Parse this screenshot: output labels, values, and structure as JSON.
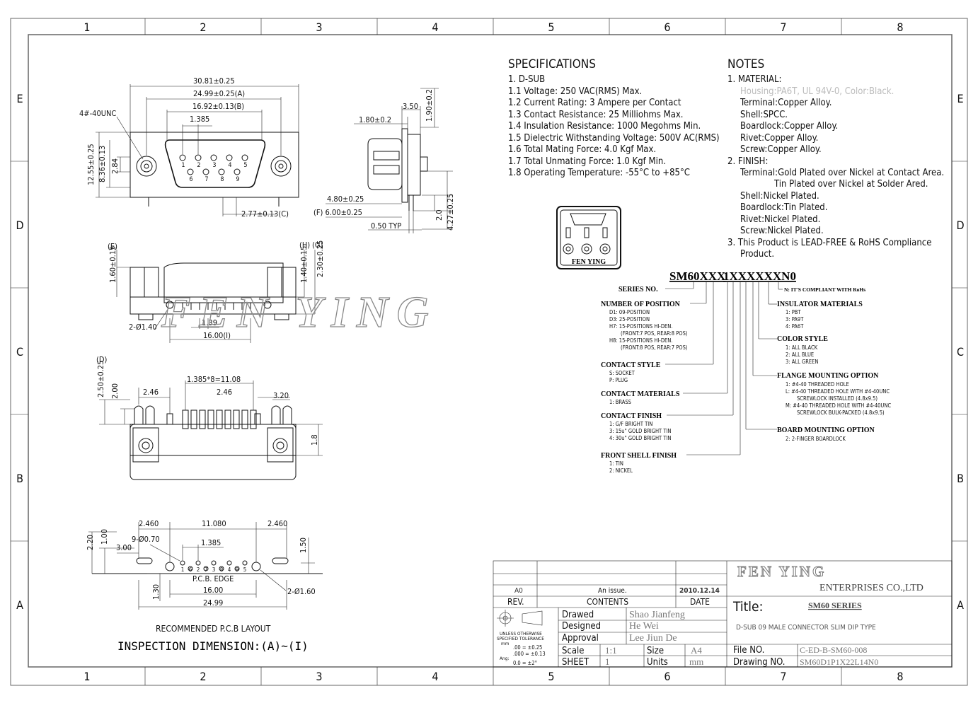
{
  "frame": {
    "col_labels": [
      "1",
      "2",
      "3",
      "4",
      "5",
      "6",
      "7",
      "8"
    ],
    "row_labels": [
      "E",
      "D",
      "C",
      "B",
      "A"
    ]
  },
  "specifications": {
    "title": "SPECIFICATIONS",
    "items": [
      "1. D-SUB",
      "1.1 Voltage: 250 VAC(RMS) Max.",
      "1.2 Current Rating: 3 Ampere per Contact",
      "1.3 Contact Resistance: 25 Milliohms Max.",
      "1.4 Insulation Resistance: 1000 Megohms Min.",
      "1.5 Dielectric Withstanding Voltage: 500V AC(RMS)",
      "1.6 Total Mating Force: 4.0 Kgf Max.",
      "1.7 Total Unmating Force: 1.0 Kgf Min.",
      "1.8 Operating Temperature: -55°C to +85°C"
    ]
  },
  "notes": {
    "title": "NOTES",
    "lines": [
      "1. MATERIAL:",
      "Housing:PA6T, UL 94V-0, Color:Black.",
      "Terminal:Copper Alloy.",
      "Shell:SPCC.",
      "Boardlock:Copper Alloy.",
      "Rivet:Copper Alloy.",
      "Screw:Copper Alloy.",
      "2. FINISH:",
      "Terminal:Gold Plated over Nickel at Contact Area.",
      "Tin Plated over Nickel at Solder Ared.",
      "Shell:Nickel Plated.",
      "Boardlock:Tin Plated.",
      "Rivet:Nickel Plated.",
      "Screw:Nickel Plated.",
      "3. This Product is LEAD-FREE & RoHS Compliance",
      "Product."
    ]
  },
  "logo": {
    "text": "FEN YING"
  },
  "part_number": {
    "code_a": "SM60XXX",
    "code_b": "1XXXXXXN0",
    "left_groups": [
      {
        "title": "SERIES NO.",
        "items": []
      },
      {
        "title": "NUMBER OF POSITION",
        "items": [
          "D1: 09-POSITION",
          "D3: 25-POSITION",
          "H7: 15-POSITIONS HI-DEN.",
          "(FRONT:7 POS, REAR:8 POS)",
          "H8: 15-POSITIONS HI-DEN.",
          "(FRONT:8 POS, REAR:7 POS)"
        ]
      },
      {
        "title": "CONTACT STYLE",
        "items": [
          "S: SOCKET",
          "P: PLUG"
        ]
      },
      {
        "title": "CONTACT MATERIALS",
        "items": [
          "1: BRASS"
        ]
      },
      {
        "title": "CONTACT FINISH",
        "items": [
          "1: G/F BRIGHT TIN",
          "3: 15u\" GOLD BRIGHT TIN",
          "4: 30u\" GOLD BRIGHT TIN"
        ]
      },
      {
        "title": "FRONT SHELL FINISH",
        "items": [
          "1: TIN",
          "2: NICKEL"
        ]
      }
    ],
    "right_groups": [
      {
        "title": "N: IT'S COMPLIANT WITH RoHs",
        "items": []
      },
      {
        "title": "INSULATOR MATERIALS",
        "items": [
          "1: PBT",
          "3: PA9T",
          "4: PA6T"
        ]
      },
      {
        "title": "COLOR STYLE",
        "items": [
          "1: ALL BLACK",
          "2: ALL BLUE",
          "3: ALL GREEN"
        ]
      },
      {
        "title": "FLANGE MOUNTING OPTION",
        "items": [
          "1: #4-40 THREADED HOLE",
          "L: #4-40 THREADED HOLE WITH #4-40UNC",
          "SCREWLOCK INSTALLED (4.8x9.5)",
          "M: #4-40 THREADED HOLE WITH #4-40UNC",
          "SCREWLOCK BULK-PACKED (4.8x9.5)"
        ]
      },
      {
        "title": "BOARD MOUNTING OPTION",
        "items": [
          "2: 2-FINGER BOARDLOCK"
        ]
      }
    ]
  },
  "drawing": {
    "front_dims": [
      "30.81±0.25",
      "24.99±0.25(A)",
      "16.92±0.13(B)",
      "1.385",
      "4#-40UNC",
      "12.55±0.25",
      "8.36±0.13",
      "2.84",
      "2.77±0.13(C)"
    ],
    "pins_top": [
      "1",
      "2",
      "3",
      "4",
      "5"
    ],
    "pins_bottom": [
      "6",
      "7",
      "8",
      "9"
    ],
    "side_dims": [
      "3.50",
      "1.90±0.2",
      "1.80±0.2",
      "4.80±0.25",
      "(F) 6.00±0.25",
      "0.50 TYP",
      "2.0",
      "4.27±0.25"
    ],
    "bottom_dims": [
      "(E)",
      "1.60±0.15",
      "(H)",
      "(G)",
      "1.40±0.15",
      "2.30±0.25",
      "2-Ø1.40",
      "1.39",
      "16.00(I)"
    ],
    "top_dims": [
      "(D)",
      "2.50±0.25",
      "2.00",
      "2.46",
      "1.385*8=11.08",
      "2.46",
      "3.20",
      "1.8"
    ],
    "pcb_dims": [
      "2.460",
      "11.080",
      "2.460",
      "2.20",
      "1.00",
      "9-Ø0.70",
      "3.00",
      "1.385",
      "1.50",
      "P.C.B. EDGE",
      "1.30",
      "16.00",
      "24.99",
      "2-Ø1.60"
    ],
    "pcb_pins": [
      "1",
      "6",
      "2",
      "7",
      "3",
      "8",
      "4",
      "9",
      "5"
    ],
    "watermark": "FEN YING",
    "pcb_caption": "RECOMMENDED P.C.B LAYOUT",
    "inspection": "INSPECTION DIMENSION:(A)~(I)"
  },
  "title_block": {
    "company": "FEN YING",
    "company_sub": "ENTERPRISES CO.,LTD",
    "rev_value": "A0",
    "rev_label": "REV.",
    "issue": "An issue.",
    "contents_label": "CONTENTS",
    "date_value": "2010.12.14",
    "date_label": "DATE",
    "title_label": "Title:",
    "title_value": "SM60 SERIES",
    "title_desc": "D-SUB 09 MALE  CONNECTOR SLIM DIP TYPE",
    "drawed_label": "Drawed",
    "drawed_value": "Shao Jianfeng",
    "designed_label": "Designed",
    "designed_value": "He Wei",
    "approval_label": "Approval",
    "approval_value": "Lee Jiun De",
    "tol_1": "UNLESS OTHERWISE",
    "tol_2": "SPECIFIED TOLERANCE",
    "tol_mm": "mm",
    "tol_a": ".00  = ±0.25",
    "tol_b": ".000 = ±0.13",
    "tol_ang_label": "Ang:",
    "tol_ang": "0.0  = ±2°",
    "scale_label": "Scale",
    "scale_value": "1:1",
    "size_label": "Size",
    "size_value": "A4",
    "sheet_label": "SHEET",
    "sheet_value": "1",
    "units_label": "Units",
    "units_value": "mm",
    "file_label": "File NO.",
    "file_value": "C-ED-B-SM60-008",
    "drawing_label": "Drawing NO.",
    "drawing_value": "SM60D1P1X22L14N0"
  }
}
